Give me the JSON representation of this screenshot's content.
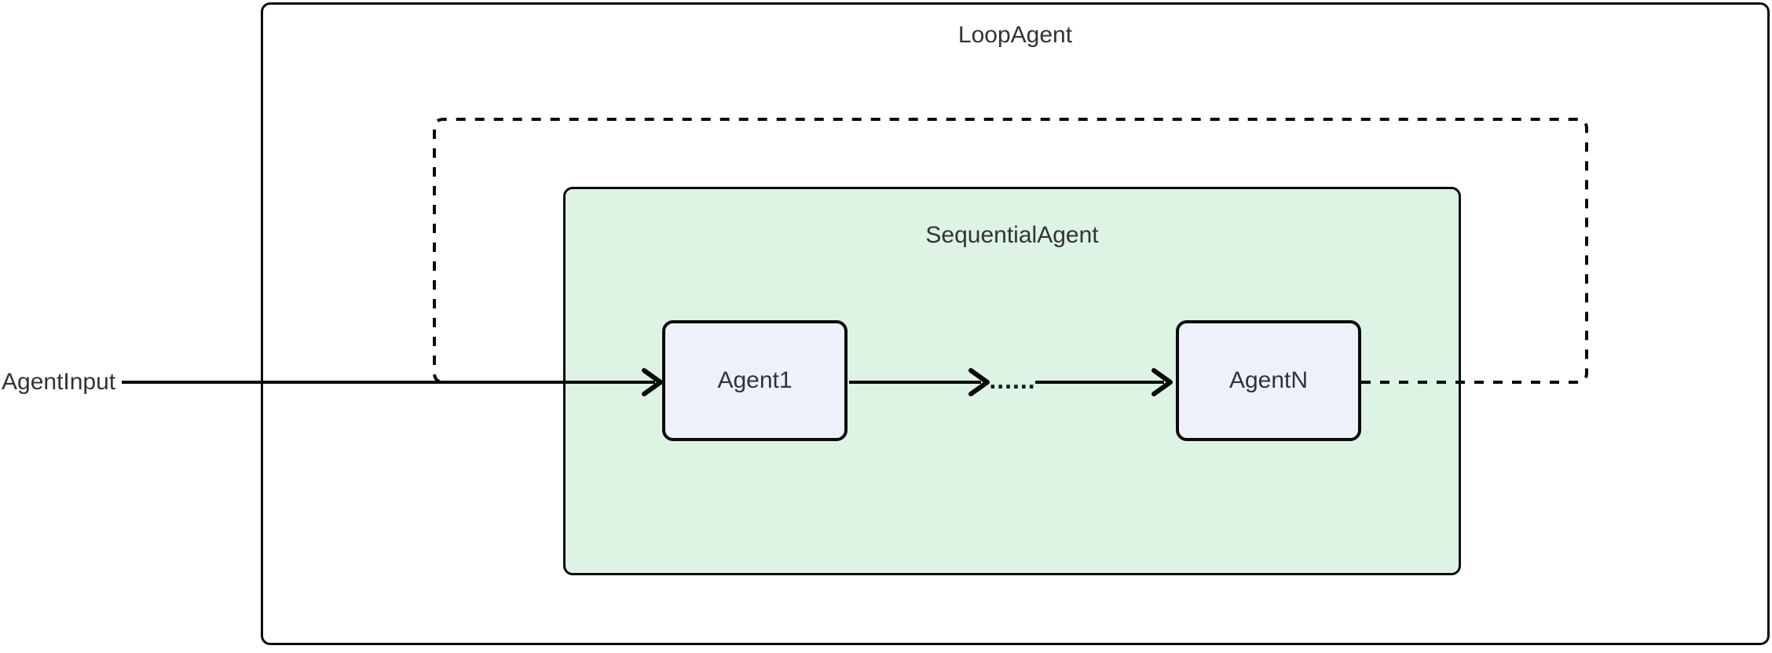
{
  "diagram": {
    "type": "flowchart",
    "outer_container": {
      "label": "LoopAgent",
      "border_color": "#0b0b0b",
      "fill": "#ffffff"
    },
    "inner_container": {
      "label": "SequentialAgent",
      "border_color": "#0b0b0b",
      "fill": "#ddf3e3"
    },
    "nodes": [
      {
        "id": "agent1",
        "label": "Agent1",
        "fill": "#eef1fb",
        "border_color": "#0b0b0b"
      },
      {
        "id": "agentN",
        "label": "AgentN",
        "fill": "#eef1fb",
        "border_color": "#0b0b0b"
      }
    ],
    "input_label": "AgentInput",
    "ellipsis_label": "......",
    "edges": [
      {
        "from": "AgentInput",
        "to": "Agent1",
        "style": "solid-arrow"
      },
      {
        "from": "Agent1",
        "to": "......",
        "style": "solid-arrow"
      },
      {
        "from": "......",
        "to": "AgentN",
        "style": "solid-arrow"
      },
      {
        "from": "AgentN",
        "to": "Agent1",
        "style": "dashed-loop"
      }
    ],
    "colors": {
      "text": "#333333",
      "line": "#0b0b0b",
      "background": "#ffffff"
    }
  }
}
